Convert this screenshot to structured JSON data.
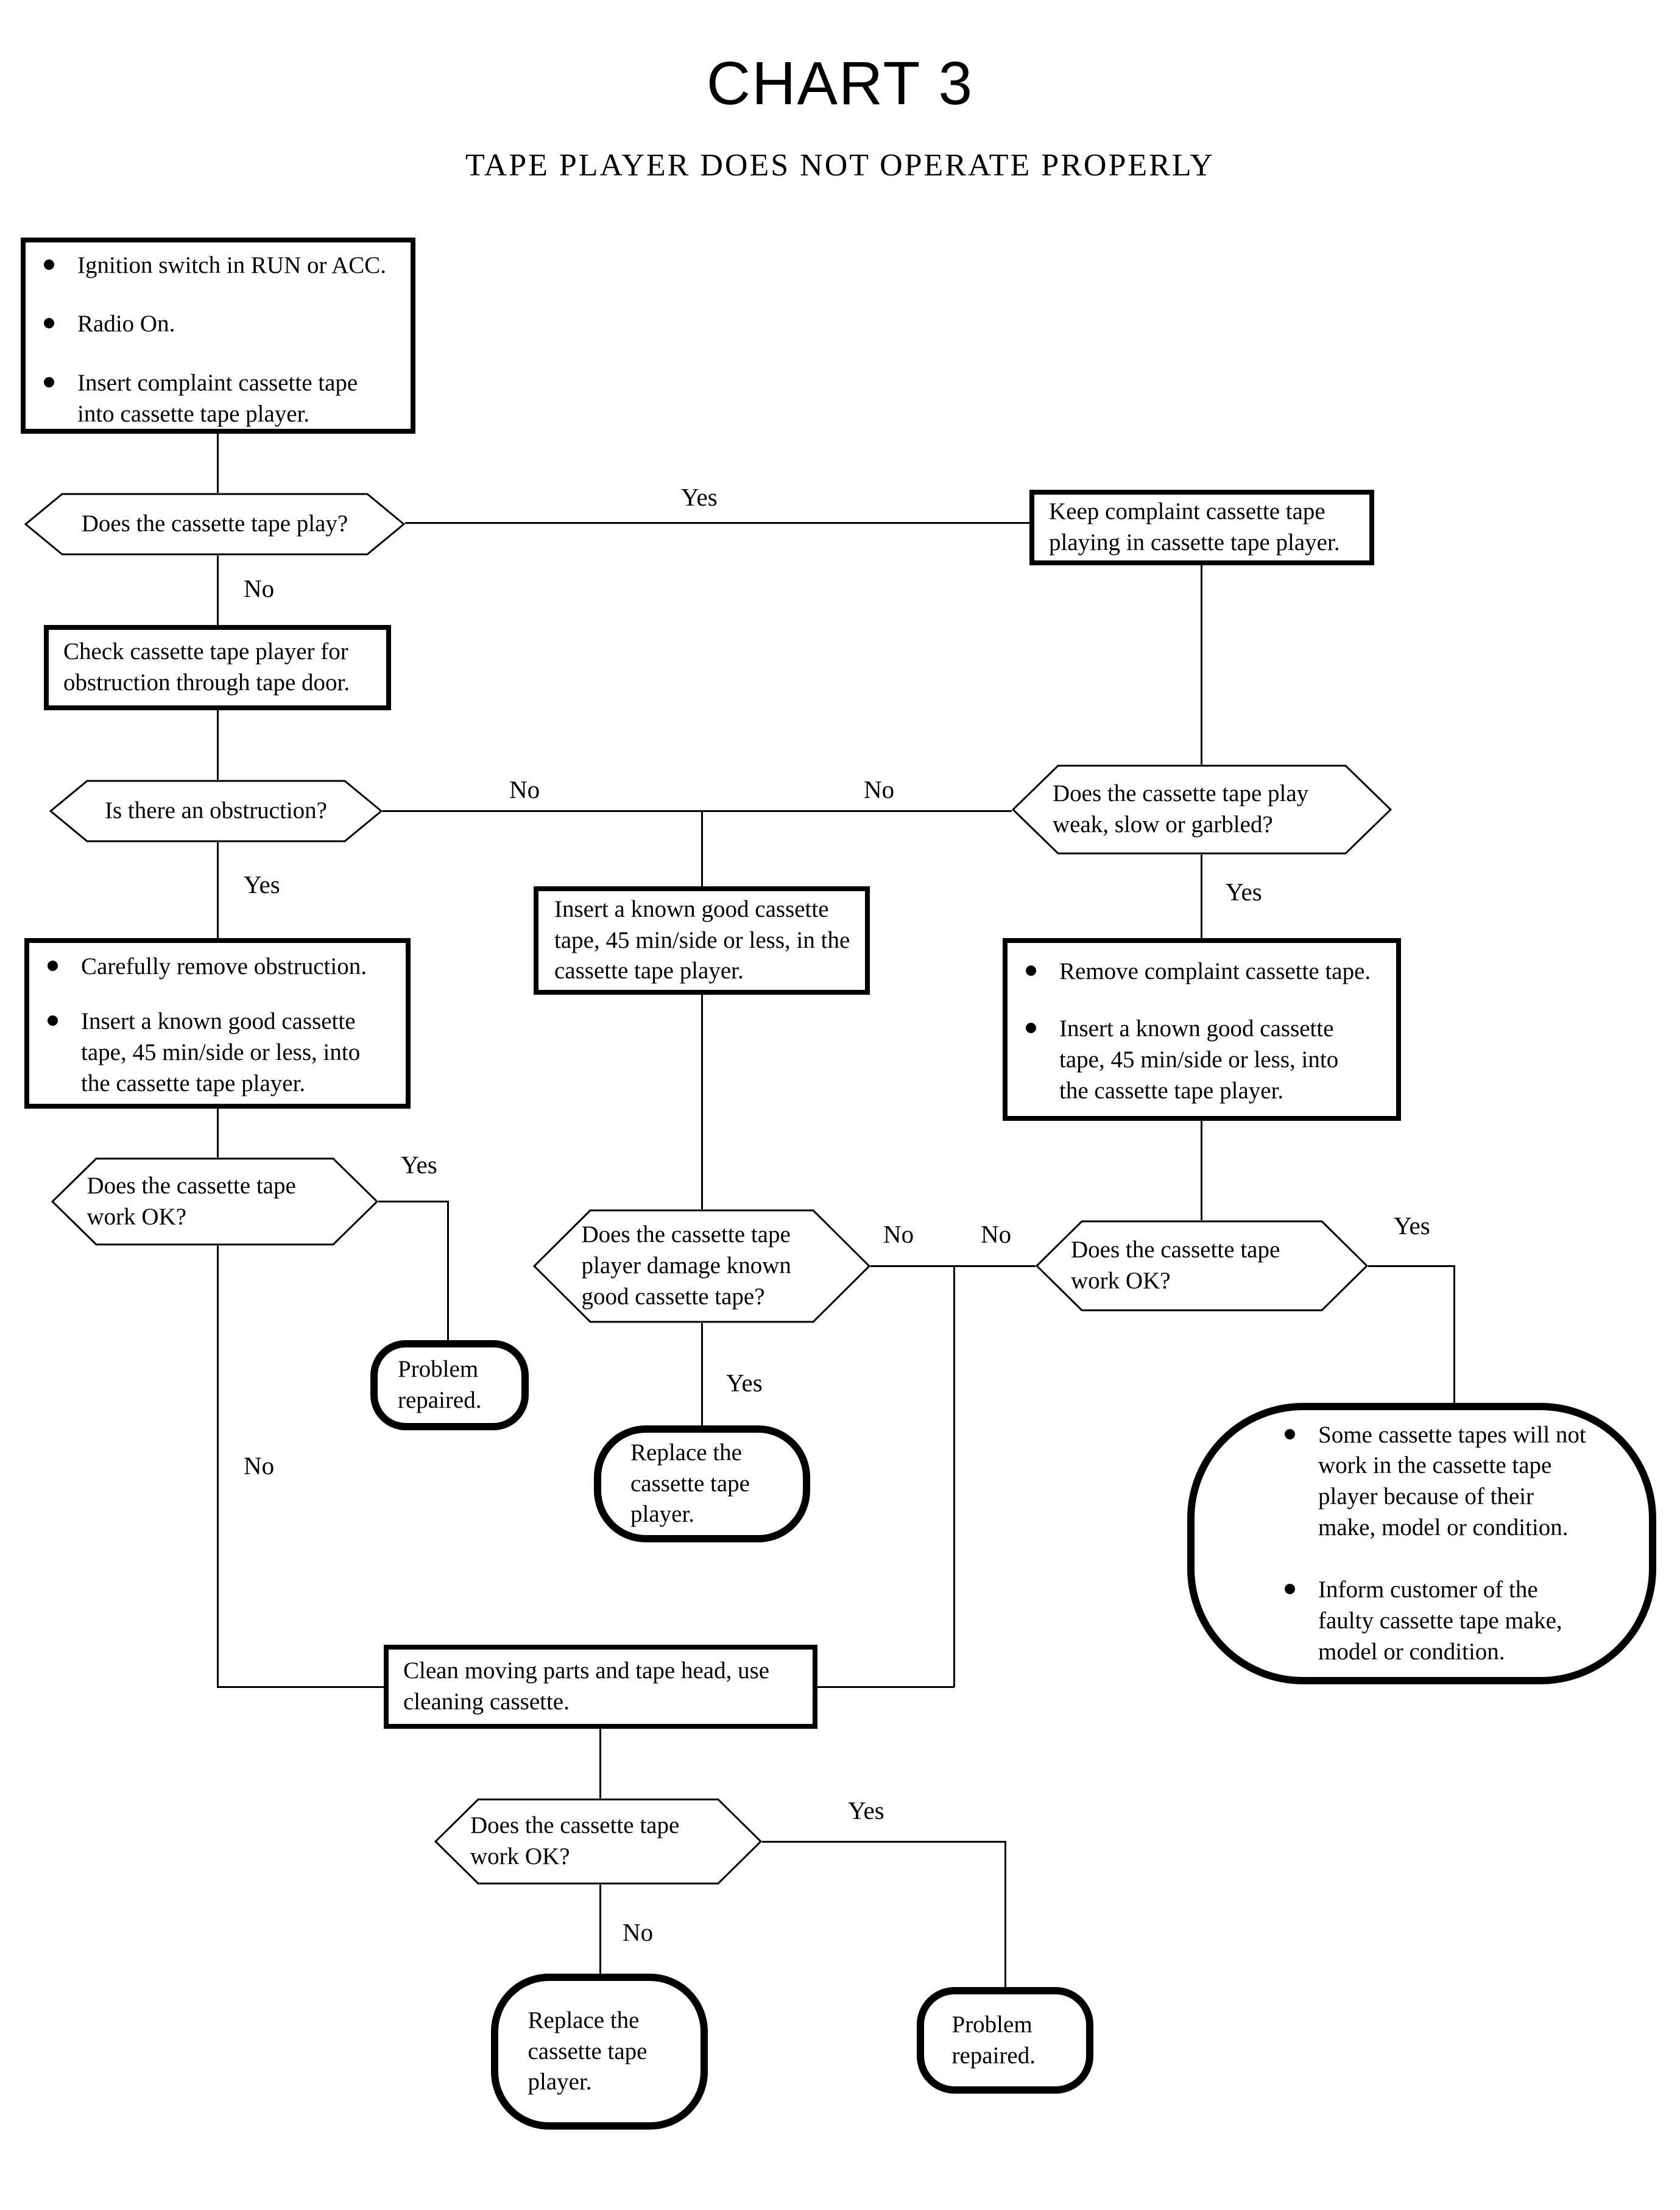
{
  "page": {
    "title": "CHART 3",
    "subtitle": "TAPE PLAYER DOES NOT OPERATE PROPERLY"
  },
  "colors": {
    "ink": "#000000",
    "paper": "#ffffff"
  },
  "nodes": {
    "start_conditions": {
      "shape": "box",
      "bullets": [
        "Ignition switch in RUN or ACC.",
        "Radio On.",
        "Insert complaint cassette tape into cassette tape player."
      ]
    },
    "q_tape_play": {
      "shape": "decision",
      "text": "Does the cassette tape play?"
    },
    "keep_playing": {
      "shape": "box",
      "text": "Keep complaint cassette tape playing in cassette tape player."
    },
    "check_obstruction": {
      "shape": "box",
      "text": "Check cassette tape player for obstruction through tape door."
    },
    "q_obstruction": {
      "shape": "decision",
      "text": "Is there an obstruction?"
    },
    "insert_good_tape": {
      "shape": "box",
      "text": "Insert a known good cassette tape, 45 min/side or less, in the cassette tape player."
    },
    "q_weak_slow_garbled": {
      "shape": "decision",
      "text": "Does the cassette tape play weak, slow or garbled?"
    },
    "remove_obstruction": {
      "shape": "box",
      "bullets": [
        "Carefully remove obstruction.",
        "Insert a known good cassette tape, 45 min/side or less, into the cassette tape player."
      ]
    },
    "remove_complaint": {
      "shape": "box",
      "bullets": [
        "Remove complaint cassette tape.",
        "Insert a known good cassette tape, 45 min/side or less, into the cassette tape player."
      ]
    },
    "q_work_ok_left": {
      "shape": "decision",
      "text": "Does the cassette tape work OK?"
    },
    "q_damage_tape": {
      "shape": "decision",
      "text": "Does the cassette tape player damage known good cassette tape?"
    },
    "q_work_ok_right": {
      "shape": "decision",
      "text": "Does the cassette tape work OK?"
    },
    "problem_repaired_left": {
      "shape": "terminal",
      "text": "Problem repaired."
    },
    "replace_player_mid": {
      "shape": "terminal",
      "text": "Replace the cassette tape player."
    },
    "tape_advice": {
      "shape": "terminal",
      "bullets": [
        "Some cassette tapes will not work in the cassette tape player because of their make, model or condition.",
        "Inform customer of the faulty cassette tape make, model or condition."
      ]
    },
    "clean_parts": {
      "shape": "box",
      "text": "Clean moving parts and tape head, use cleaning cassette."
    },
    "q_work_ok_bottom": {
      "shape": "decision",
      "text": "Does the cassette tape work OK?"
    },
    "replace_player_bottom": {
      "shape": "terminal",
      "text": "Replace the cassette tape player."
    },
    "problem_repaired_bottom": {
      "shape": "terminal",
      "text": "Problem repaired."
    }
  },
  "edge_labels": {
    "play_yes": "Yes",
    "play_no": "No",
    "obstruction_no": "No",
    "obstruction_yes": "Yes",
    "weak_no": "No",
    "weak_yes": "Yes",
    "work_left_yes": "Yes",
    "work_left_no": "No",
    "damage_no": "No",
    "damage_yes": "Yes",
    "work_right_no": "No",
    "work_right_yes": "Yes",
    "work_bottom_yes": "Yes",
    "work_bottom_no": "No"
  }
}
